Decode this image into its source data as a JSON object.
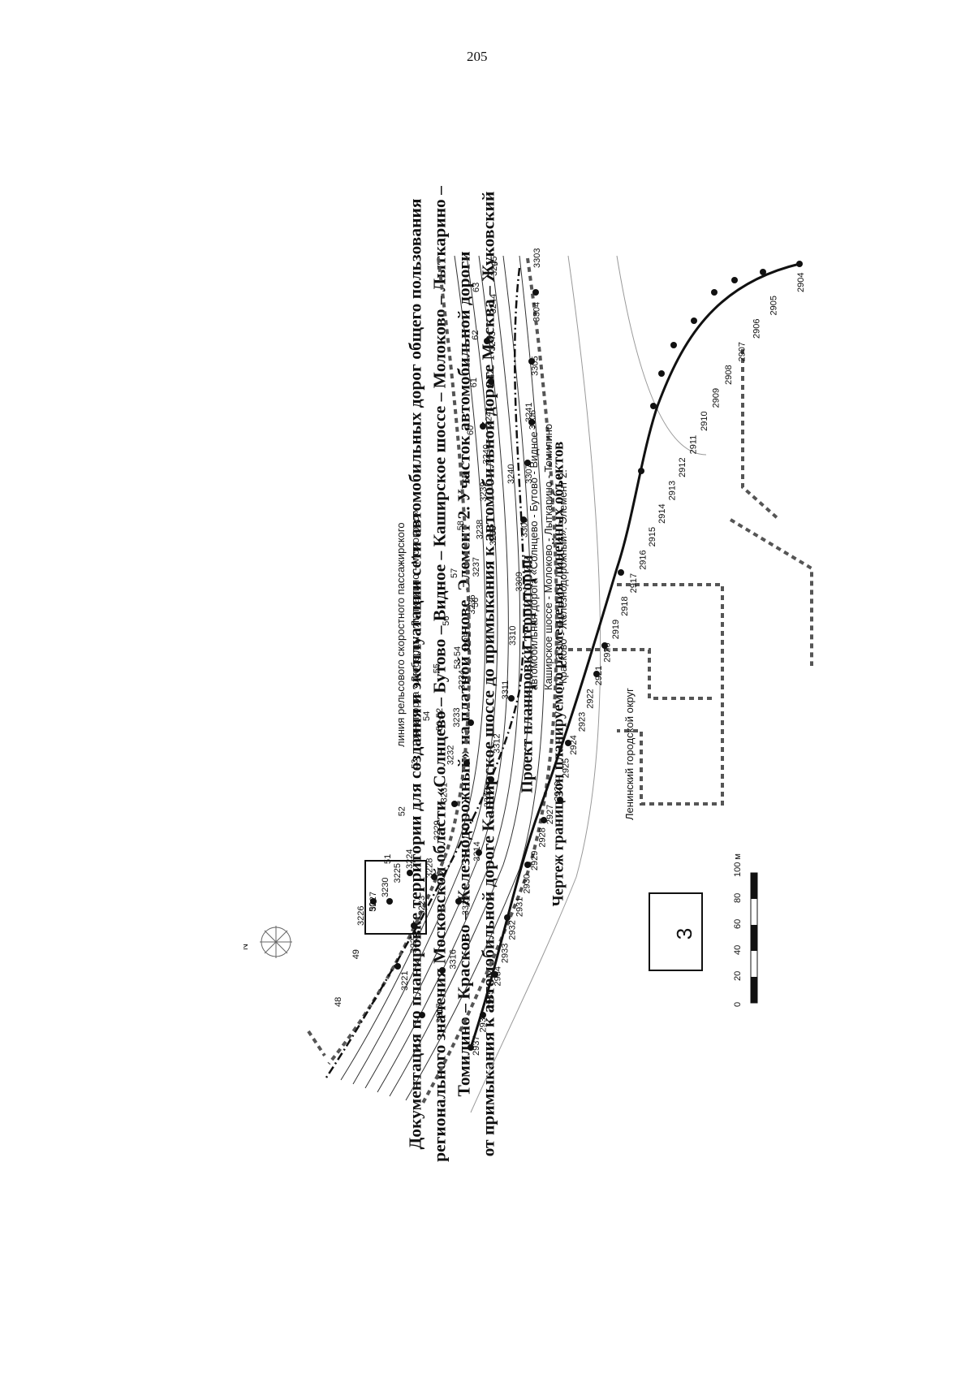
{
  "page_number": "205",
  "header": {
    "lines": [
      "Документация по планировке территории для создания и эксплуатации сети автомобильных дорог общего пользования",
      "регионального значения Московской области «Солнцево – Бутово – Видное – Каширское шоссе – Молоково – Лыткарино –",
      "Томилино – Красково – Железнодорожный» на платной основе. Элемент 2. Участок автомобильной дороги",
      "от примыкания к автомобильной дороге Каширское шоссе до примыкания к автомобильной дороге Москва – Жуковский"
    ],
    "subtitle": "Проект планировки территории",
    "drawing_title": "Чертеж границ зон планируемого размещения линейных объектов"
  },
  "map": {
    "north_label": "N",
    "sheet_number": "3",
    "district_label": "Ленинский городской округ",
    "rail_label_lines": [
      "линия рельсового скоростного пассажирского",
      "транспорта «Люберцы - Лыткарино - Молоково»"
    ],
    "road_label_lines": [
      "автомобильная дорога «Солнцево - Бутово - Видное -",
      "Каширское шоссе - Молоково - Лыткарино - Томилино",
      "- Красково - Железнодорожный». Элемент 2."
    ],
    "scale_labels": [
      "0",
      "20",
      "40",
      "60",
      "80",
      "100 м"
    ],
    "pickets_outer": [
      "2904",
      "2905",
      "2906",
      "2907",
      "2908",
      "2909",
      "2910",
      "2911",
      "2912",
      "2913",
      "2914",
      "2915",
      "2916",
      "2917",
      "2918",
      "2919",
      "2920",
      "2921",
      "2922",
      "2923",
      "2924",
      "2925",
      "2926",
      "2927",
      "2928",
      "2929",
      "2930",
      "2931",
      "2932",
      "2933",
      "2934",
      "2935",
      "2936",
      "2937"
    ],
    "pickets_inner": [
      "3303",
      "3304",
      "3305",
      "3306",
      "3307",
      "3308",
      "3309",
      "3310",
      "3311",
      "3312",
      "3313",
      "3314",
      "3315",
      "3316",
      "3317"
    ],
    "pickets_mid": [
      "3245",
      "3244",
      "3243",
      "3242",
      "3241",
      "3240",
      "3239",
      "3238",
      "3237",
      "3236",
      "3235",
      "3234",
      "3233",
      "3232",
      "3231",
      "3229",
      "3228",
      "3223",
      "3222",
      "3221"
    ],
    "box_points": [
      "3226",
      "3227",
      "3230",
      "3225",
      "3224"
    ],
    "rail_points": [
      "63",
      "62",
      "61",
      "60",
      "59",
      "58",
      "57",
      "56",
      "55",
      "54",
      "53",
      "52",
      "51",
      "50",
      "49",
      "48"
    ],
    "misc_labels": [
      "50-52",
      "53-54",
      "56",
      "3238",
      "3240",
      "3241"
    ]
  }
}
